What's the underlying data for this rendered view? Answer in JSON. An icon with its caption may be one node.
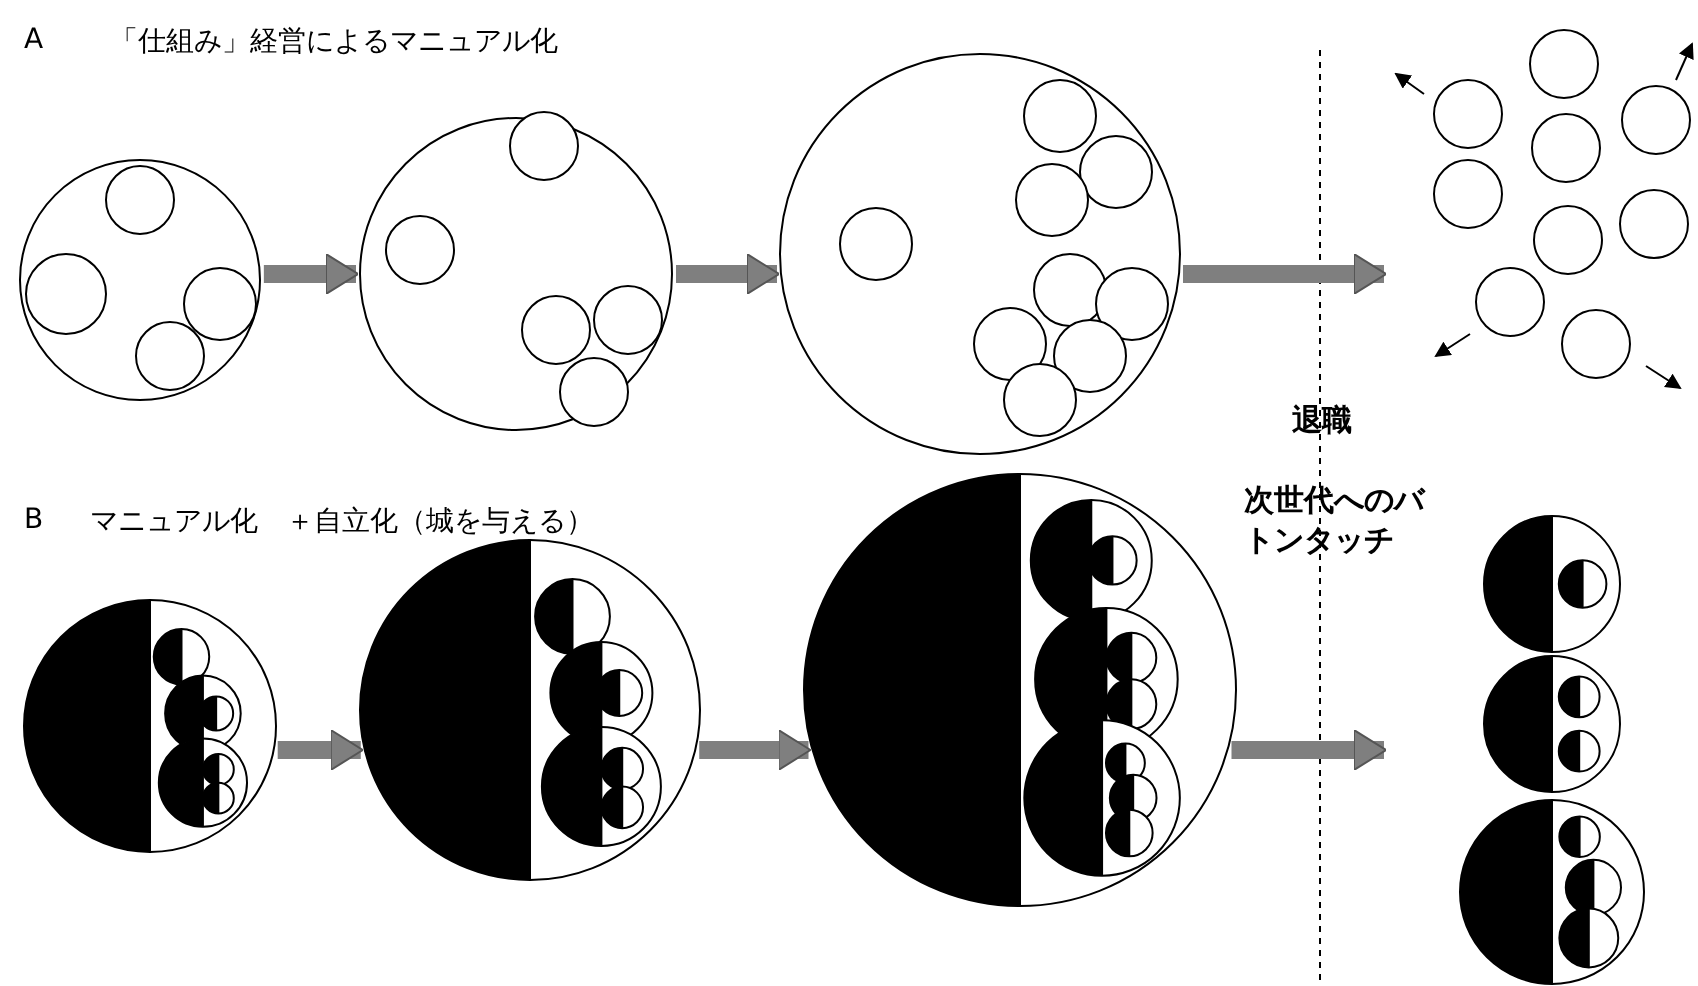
{
  "diagram": {
    "nodes": [
      {
        "text": [],
        "shape": "circle"
      },
      {
        "text": [],
        "shape": "circle"
      },
      {
        "text": [],
        "shape": "circle"
      },
      {
        "text": [],
        "shape": "circle"
      },
      {
        "text": [],
        "shape": "circle"
      },
      {
        "text": [],
        "shape": "circle"
      },
      {
        "text": [],
        "shape": "circle"
      },
      {
        "text": [],
        "shape": "circle"
      },
      {
        "text": [],
        "shape": "circle"
      }
    ],
    "edges": [
      {
        "from": 0,
        "to": 1,
        "arrow": "to"
      },
      {
        "from": 1,
        "to": 2,
        "arrow": "to"
      },
      {
        "from": 2,
        "to": null,
        "arrow": "to"
      },
      {
        "from": 3,
        "to": 4,
        "arrow": "to"
      },
      {
        "from": 4,
        "to": 5,
        "arrow": "to"
      },
      {
        "from": 5,
        "to": null,
        "arrow": "to"
      }
    ],
    "labels": [
      "A",
      "「仕組み」経営によるマニュアル化",
      "B",
      "マニュアル化　＋自立化（城を与える）",
      "退職",
      "次世代へのバトンタッチ"
    ]
  }
}
